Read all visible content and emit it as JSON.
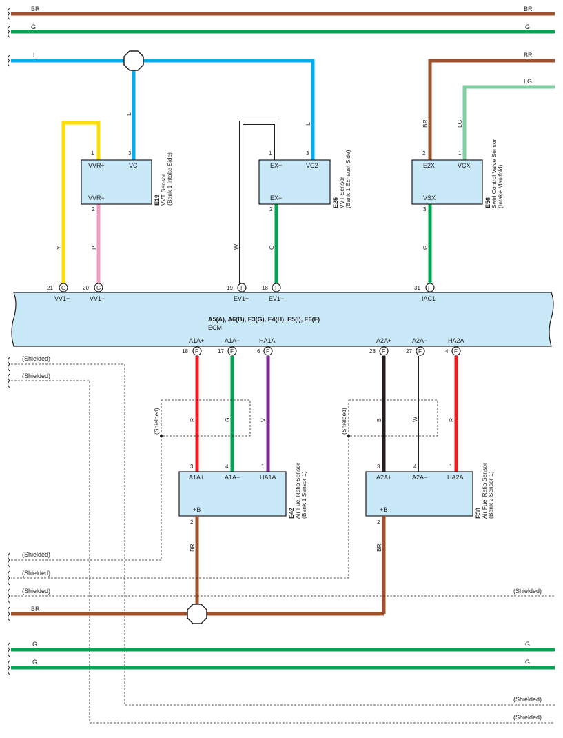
{
  "colors": {
    "BR": "#a0522d",
    "G": "#00a651",
    "L": "#00aeef",
    "LG": "#7fcfa0",
    "Y": "#ffdd00",
    "P": "#f49ac1",
    "W": "#ffffff",
    "R": "#ed1c24",
    "V": "#7b2d8e",
    "B": "#231f20",
    "box": "#c9e9f8",
    "text": "#231f20"
  },
  "top_bus": [
    {
      "id": "br1",
      "label": "BR",
      "color": "BR"
    },
    {
      "id": "g1",
      "label": "G",
      "color": "G"
    }
  ],
  "l_line_label": "L",
  "br_right_label": "BR",
  "lg_right_label": "LG",
  "connectors": {
    "e19": {
      "code": "E19",
      "name_line1": "VVT Sensor",
      "name_line2": "(Bank 1 Intake Side)",
      "pins": [
        {
          "num": "1",
          "name": "VVR+"
        },
        {
          "num": "3",
          "name": "VC"
        },
        {
          "num": "2",
          "name": "VVR−"
        }
      ]
    },
    "e25": {
      "code": "E25",
      "name_line1": "VVT Sensor",
      "name_line2": "(Bank 1 Exhaust Side)",
      "pins": [
        {
          "num": "1",
          "name": "EX+"
        },
        {
          "num": "3",
          "name": "VC2"
        },
        {
          "num": "2",
          "name": "EX−"
        }
      ]
    },
    "e56": {
      "code": "E56",
      "name_line1": "Swirl Control Valve Sensor",
      "name_line2": "(Intake Manifold)",
      "pins": [
        {
          "num": "2",
          "name": "E2X"
        },
        {
          "num": "1",
          "name": "VCX"
        },
        {
          "num": "3",
          "name": "VSX"
        }
      ]
    },
    "e42": {
      "code": "E42",
      "name_line1": "Air Fuel Ratio Sensor",
      "name_line2": "(Bank 1 Sensor 1)",
      "pins": [
        {
          "num": "3",
          "name": "A1A+"
        },
        {
          "num": "4",
          "name": "A1A−"
        },
        {
          "num": "1",
          "name": "HA1A"
        },
        {
          "num": "2",
          "name": "+B"
        }
      ]
    },
    "e38": {
      "code": "E38",
      "name_line1": "Air Fuel Ratio Sensor",
      "name_line2": "(Bank 2 Sensor 1)",
      "pins": [
        {
          "num": "3",
          "name": "A2A+"
        },
        {
          "num": "4",
          "name": "A2A−"
        },
        {
          "num": "1",
          "name": "HA2A"
        },
        {
          "num": "2",
          "name": "+B"
        }
      ]
    }
  },
  "wire_labels": {
    "y": "Y",
    "p": "P",
    "l_e19": "L",
    "w_e25": "W",
    "g_e25": "G",
    "l_e25": "L",
    "br_e56": "BR",
    "lg_e56": "LG",
    "g_e56": "G",
    "r_e42": "R",
    "g_e42": "G",
    "v_e42": "V",
    "b_e38": "B",
    "w_e38": "W",
    "r_e38": "R",
    "br_e42": "BR",
    "br_e38": "BR"
  },
  "ecm": {
    "title": "A5(A), A6(B), E3(G), E4(H), E5(I), E6(F)",
    "name": "ECM",
    "top_pins": [
      {
        "num": "21",
        "conn": "G",
        "name": "VV1+"
      },
      {
        "num": "20",
        "conn": "G",
        "name": "VV1−"
      },
      {
        "num": "19",
        "conn": "I",
        "name": "EV1+"
      },
      {
        "num": "18",
        "conn": "I",
        "name": "EV1−"
      },
      {
        "num": "31",
        "conn": "F",
        "name": "IAC1"
      }
    ],
    "bottom_pins": [
      {
        "num": "18",
        "conn": "F",
        "name": "A1A+"
      },
      {
        "num": "17",
        "conn": "F",
        "name": "A1A−"
      },
      {
        "num": "6",
        "conn": "F",
        "name": "HA1A"
      },
      {
        "num": "28",
        "conn": "F",
        "name": "A2A+"
      },
      {
        "num": "27",
        "conn": "F",
        "name": "A2A−"
      },
      {
        "num": "4",
        "conn": "F",
        "name": "HA2A"
      }
    ]
  },
  "shielded_label": "(Shielded)",
  "bottom_bus": {
    "br_label": "BR",
    "g_label": "G"
  }
}
